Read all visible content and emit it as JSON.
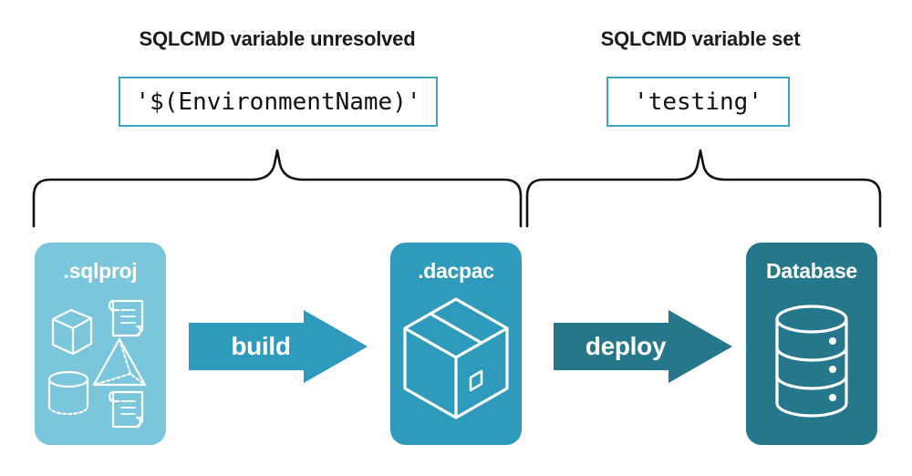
{
  "diagram": {
    "title_left": "SQLCMD variable unresolved",
    "title_right": "SQLCMD variable set",
    "code_left": "'$(EnvironmentName)'",
    "code_right": "'testing'",
    "colors": {
      "sqlproj_fill": "#7ac6dd",
      "dacpac_fill": "#2e9bbc",
      "database_fill": "#25788c",
      "build_arrow_fill": "#2e9bbc",
      "deploy_arrow_fill": "#25788c",
      "code_border": "#3ba5c4",
      "brace_stroke": "#000000",
      "label_text": "#ffffff",
      "heading_text": "#1b1b1b",
      "background": "#ffffff"
    },
    "stages": [
      {
        "id": "sqlproj",
        "label": ".sqlproj",
        "icons": [
          "cube-icon",
          "scroll-icon",
          "pyramid-icon",
          "cylinder-icon",
          "scroll-icon"
        ]
      },
      {
        "id": "dacpac",
        "label": ".dacpac",
        "icons": [
          "package-box-icon"
        ]
      },
      {
        "id": "database",
        "label": "Database",
        "icons": [
          "database-cylinder-icon"
        ]
      }
    ],
    "arrows": [
      {
        "id": "build",
        "label": "build"
      },
      {
        "id": "deploy",
        "label": "deploy"
      }
    ]
  }
}
